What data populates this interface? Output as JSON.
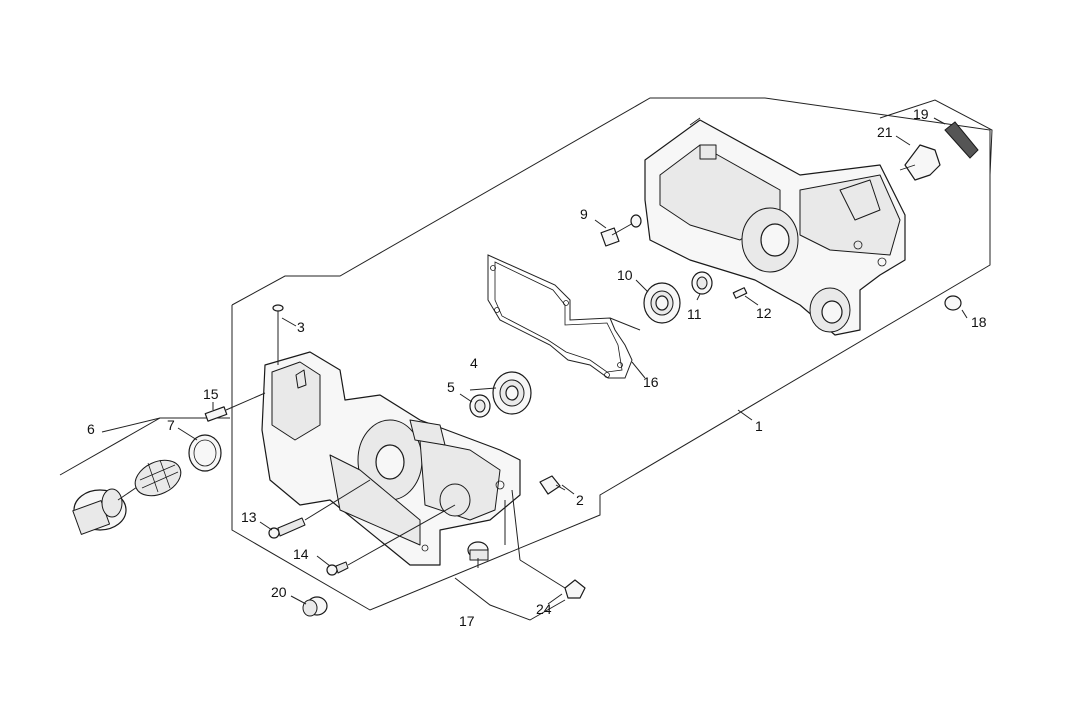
{
  "callouts": [
    {
      "id": "c1",
      "text": "1"
    },
    {
      "id": "c2",
      "text": "2"
    },
    {
      "id": "c3",
      "text": "3"
    },
    {
      "id": "c4",
      "text": "4"
    },
    {
      "id": "c5",
      "text": "5"
    },
    {
      "id": "c6",
      "text": "6"
    },
    {
      "id": "c7",
      "text": "7"
    },
    {
      "id": "c9",
      "text": "9"
    },
    {
      "id": "c10",
      "text": "10"
    },
    {
      "id": "c11",
      "text": "11"
    },
    {
      "id": "c12",
      "text": "12"
    },
    {
      "id": "c13",
      "text": "13"
    },
    {
      "id": "c14",
      "text": "14"
    },
    {
      "id": "c15",
      "text": "15"
    },
    {
      "id": "c16",
      "text": "16"
    },
    {
      "id": "c17",
      "text": "17"
    },
    {
      "id": "c18",
      "text": "18"
    },
    {
      "id": "c19",
      "text": "19"
    },
    {
      "id": "c20",
      "text": "20"
    },
    {
      "id": "c21",
      "text": "21"
    },
    {
      "id": "c24",
      "text": "24"
    }
  ]
}
